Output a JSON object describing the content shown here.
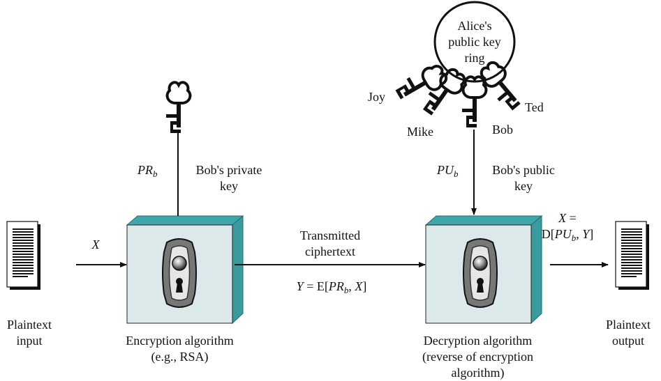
{
  "left_doc": {
    "label_line1": "Plaintext",
    "label_line2": "input"
  },
  "right_doc": {
    "label_line1": "Plaintext",
    "label_line2": "output"
  },
  "encryption": {
    "label_line1": "Encryption algorithm",
    "label_line2": "(e.g., RSA)",
    "input_symbol": "X",
    "key_symbol": "PR",
    "key_subscript": "b",
    "key_desc_line1": "Bob's private",
    "key_desc_line2": "key"
  },
  "channel": {
    "label_line1": "Transmitted",
    "label_line2": "ciphertext",
    "formula_prefix": "Y",
    "formula_eq": " = E[",
    "formula_key": "PR",
    "formula_sub": "b",
    "formula_mid": ", ",
    "formula_x": "X",
    "formula_end": "]"
  },
  "decryption": {
    "label_line1": "Decryption algorithm",
    "label_line2": "(reverse of encryption",
    "label_line3": "algorithm)",
    "key_symbol": "PU",
    "key_subscript": "b",
    "key_desc_line1": "Bob's public",
    "key_desc_line2": "key",
    "output_line1_sym": "X",
    "output_line1_eq": " =",
    "output_d": "D[",
    "output_key": "PU",
    "output_sub": "b",
    "output_mid": ", ",
    "output_y": "Y",
    "output_end": "]"
  },
  "key_ring": {
    "title_line1": "Alice's",
    "title_line2": "public key",
    "title_line3": "ring",
    "keys": [
      "Joy",
      "Mike",
      "Bob",
      "Ted"
    ]
  },
  "colors": {
    "box_face": "#dbe9ea",
    "box_side": "#3a9a9e",
    "box_top": "#3fa7ab",
    "lock": "#555555"
  }
}
